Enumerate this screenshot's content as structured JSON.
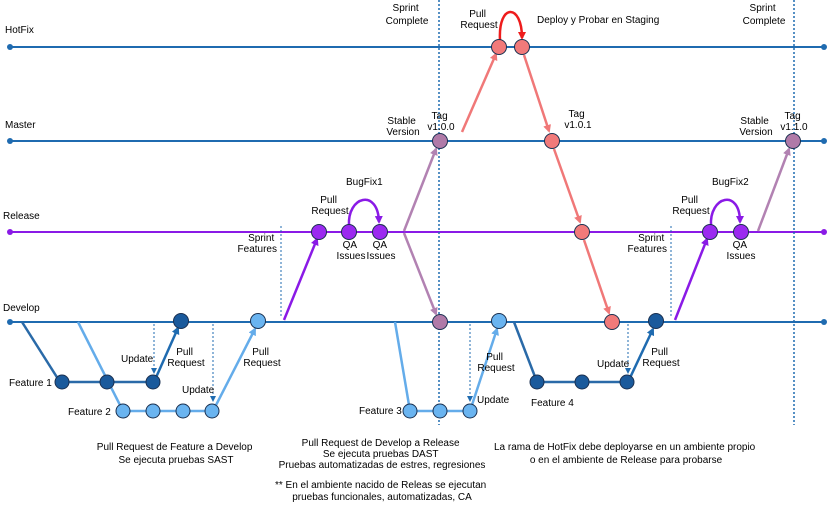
{
  "colors": {
    "main_line": "#1f6bb0",
    "dark_node": "#1a5a9c",
    "feature_dark": "#2a6aa8",
    "feature_light": "#64acea",
    "light_node": "#6ab4f0",
    "release": "#8a1ae6",
    "release_node": "#9b2af0",
    "hotfix_path": "#f07878",
    "hotfix_node": "#f17a7a",
    "hotfix_highlight": "#ee1c1c",
    "merge_purple": "#b282b2",
    "merge_node": "#b07aa8",
    "divider": "#1f6bb0"
  },
  "lanes": {
    "hotfix": "HotFix",
    "master": "Master",
    "release": "Release",
    "develop": "Develop"
  },
  "features": {
    "f1": "Feature 1",
    "f2": "Feature 2",
    "f3": "Feature 3",
    "f4": "Feature 4"
  },
  "labels": {
    "sprint_complete_1": [
      "Sprint",
      "Complete"
    ],
    "sprint_complete_2": [
      "Sprint",
      "Complete"
    ],
    "sprint_features_1": [
      "Sprint",
      "Features"
    ],
    "sprint_features_2": [
      "Sprint",
      "Features"
    ],
    "stable_version_1": [
      "Stable",
      "Version"
    ],
    "stable_version_2": [
      "Stable",
      "Version"
    ],
    "tag_100": [
      "Tag",
      "v1.0.0"
    ],
    "tag_101": [
      "Tag",
      "v1.0.1"
    ],
    "tag_110": [
      "Tag",
      "v1.1.0"
    ],
    "bugfix1": "BugFix1",
    "bugfix2": "BugFix2",
    "qa_issues": [
      "QA",
      "Issues"
    ],
    "pull_request": [
      "Pull",
      "Request"
    ],
    "update": "Update",
    "deploy_staging": "Deploy y Probar en Staging"
  },
  "notes": {
    "note1": [
      "Pull Request de Feature a Develop",
      "Se ejecuta pruebas SAST"
    ],
    "note2": [
      "Pull Request de Develop a Release",
      "Se ejecuta pruebas DAST",
      "Pruebas automatizadas de estres, regresiones"
    ],
    "note3": [
      "** En el ambiente nacido de Releas se ejecutan",
      "pruebas funcionales, automatizadas, CA"
    ],
    "note4": [
      "La rama de HotFix debe deployarse en un ambiente propio",
      "o en el ambiente de Release para probarse"
    ]
  }
}
